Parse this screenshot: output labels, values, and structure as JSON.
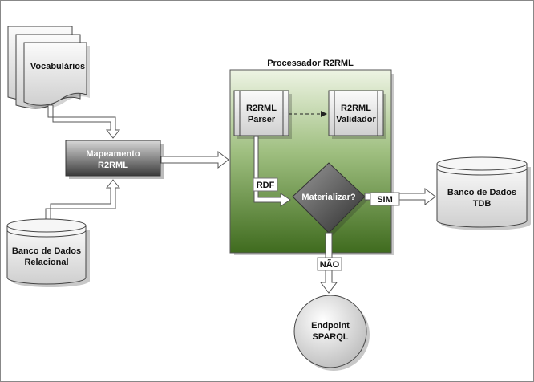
{
  "diagram": {
    "vocabulary_doc": "Vocabulários",
    "mapping": {
      "line1": "Mapeamento",
      "line2": "R2RML"
    },
    "relational_db": {
      "line1": "Banco de Dados",
      "line2": "Relacional"
    },
    "processor": {
      "title": "Processador R2RML",
      "parser": {
        "line1": "R2RML",
        "line2": "Parser"
      },
      "validator": {
        "line1": "R2RML",
        "line2": "Validador"
      },
      "decision": "Materializar?",
      "rdf_label": "RDF"
    },
    "yes_label": "SIM",
    "no_label": "NÃO",
    "tdb": {
      "line1": "Banco de Dados",
      "line2": "TDB"
    },
    "endpoint": {
      "line1": "Endpoint",
      "line2": "SPARQL"
    }
  },
  "colors": {
    "border": "#444444",
    "processor_gradient_top": "#ecf3e2",
    "processor_gradient_bottom": "#3f6b1e",
    "mapping_gradient_top": "#d8d8d8",
    "mapping_gradient_bottom": "#3a3a3a",
    "shape_fill_light": "#f4f4f4",
    "shape_fill_dark": "#cfcfcf"
  }
}
